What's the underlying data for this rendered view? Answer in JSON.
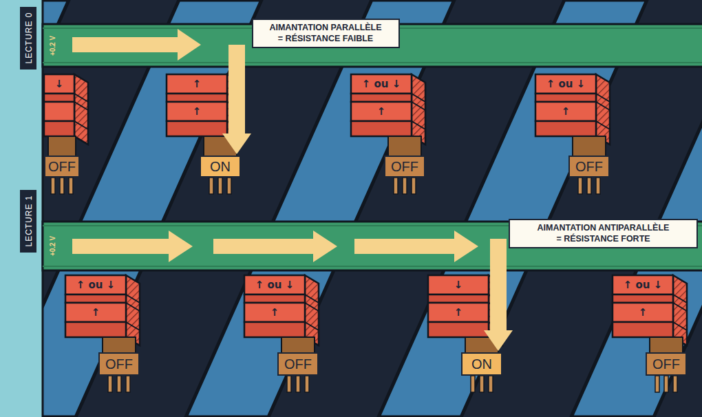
{
  "diagram": {
    "nodes": [
      {
        "text": [
          "LECTURE 0"
        ]
      },
      {
        "text": [
          "+0.2 V"
        ]
      },
      {
        "text": [
          "AIMANTATION PARALLÈLE = RÉSISTANCE FAIBLE"
        ]
      },
      {
        "text": [
          "↓"
        ]
      },
      {
        "text": [
          "OFF"
        ]
      },
      {
        "text": [
          "↑",
          "↑"
        ]
      },
      {
        "text": [
          "ON"
        ]
      },
      {
        "text": [
          "↑ ou ↓",
          "↑"
        ]
      },
      {
        "text": [
          "OFF"
        ]
      },
      {
        "text": [
          "↑ ou ↓",
          "↑"
        ]
      },
      {
        "text": [
          "OFF"
        ]
      },
      {
        "text": [
          "LECTURE 1"
        ]
      },
      {
        "text": [
          "+0.2 V"
        ]
      },
      {
        "text": [
          "AIMANTATION ANTIPARALLÈLE = RÉSISTANCE FORTE"
        ]
      },
      {
        "text": [
          "↑ ou ↓",
          "↑"
        ]
      },
      {
        "text": [
          "OFF"
        ]
      },
      {
        "text": [
          "↑ ou ↓",
          "↑"
        ]
      },
      {
        "text": [
          "OFF"
        ]
      },
      {
        "text": [
          "↓",
          "↑"
        ]
      },
      {
        "text": [
          "ON"
        ]
      },
      {
        "text": [
          "↑ ou ↓",
          "↑"
        ]
      },
      {
        "text": [
          "OFF"
        ]
      }
    ],
    "edges": [
      {
        "from": 1,
        "to": 6,
        "arrow": "to"
      },
      {
        "from": 12,
        "to": 19,
        "arrow": "to"
      }
    ]
  }
}
